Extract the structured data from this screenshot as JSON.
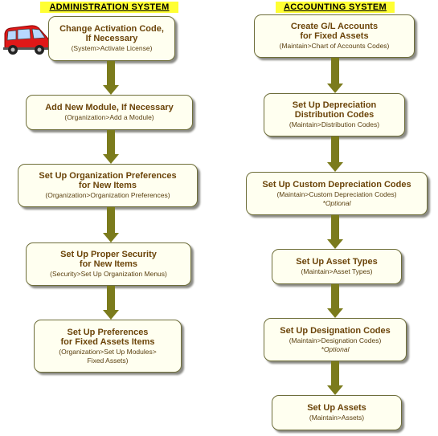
{
  "admin": {
    "header": "ADMINISTRATION SYSTEM",
    "steps": [
      {
        "title": "Change Activation Code,\nIf Necessary",
        "path": "(System>Activate License)"
      },
      {
        "title": "Add New Module, If Necessary",
        "path": "(Organization>Add a Module)"
      },
      {
        "title": "Set Up Organization Preferences\nfor New Items",
        "path": "(Organization>Organization Preferences)"
      },
      {
        "title": "Set Up Proper Security\nfor New Items",
        "path": "(Security>Set Up Organization Menus)"
      },
      {
        "title": "Set Up Preferences\nfor Fixed Assets Items",
        "path": "(Organization>Set Up Modules>\nFixed Assets)"
      }
    ]
  },
  "accounting": {
    "header": "ACCOUNTING SYSTEM",
    "steps": [
      {
        "title": "Create G/L Accounts\nfor Fixed Assets",
        "path": "(Maintain>Chart of Accounts Codes)"
      },
      {
        "title": "Set Up Depreciation\nDistribution Codes",
        "path": "(Maintain>Distribution Codes)"
      },
      {
        "title": "Set Up Custom Depreciation Codes",
        "path": "(Maintain>Custom Depreciation Codes)",
        "note": "*Optional"
      },
      {
        "title": "Set Up Asset Types",
        "path": "(Maintain>Asset Types)"
      },
      {
        "title": "Set Up Designation Codes",
        "path": "(Maintain>Designation Codes)",
        "note": "*Optional"
      },
      {
        "title": "Set Up Assets",
        "path": "(Maintain>Assets)"
      }
    ]
  },
  "icons": {
    "van": "red-van-icon"
  },
  "colors": {
    "header_bg": "#ffff33",
    "box_fill": "#fffff0",
    "arrow": "#7b7b1c",
    "title_text": "#6b4409"
  }
}
